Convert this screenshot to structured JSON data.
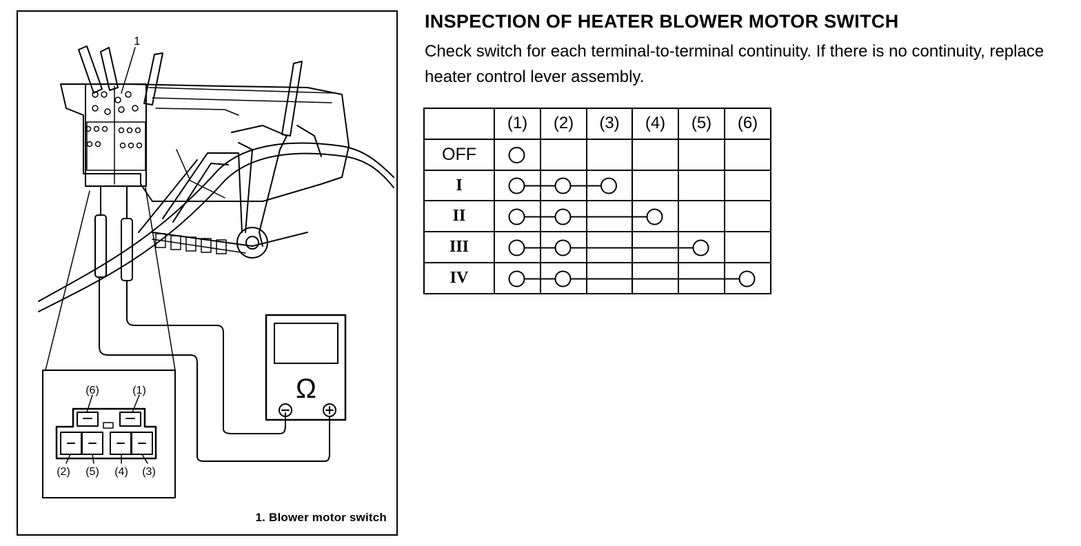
{
  "title": "INSPECTION OF HEATER BLOWER MOTOR SWITCH",
  "body": "Check switch for each terminal-to-terminal continuity. If there is no continuity, replace heater control lever assembly.",
  "figure": {
    "callout_number": "1",
    "caption": "1.  Blower motor switch",
    "meter_symbol": "Ω",
    "meter_neg": "−",
    "meter_pos": "+",
    "connector_top_labels": [
      "(6)",
      "(1)"
    ],
    "connector_bottom_labels": [
      "(2)",
      "(5)",
      "(4)",
      "(3)"
    ]
  },
  "table": {
    "headers": [
      "",
      "(1)",
      "(2)",
      "(3)",
      "(4)",
      "(5)",
      "(6)"
    ],
    "rows": [
      {
        "position": "OFF",
        "terminals": [
          1
        ]
      },
      {
        "position": "I",
        "terminals": [
          1,
          2,
          3
        ]
      },
      {
        "position": "II",
        "terminals": [
          1,
          2,
          4
        ]
      },
      {
        "position": "III",
        "terminals": [
          1,
          2,
          5
        ]
      },
      {
        "position": "IV",
        "terminals": [
          1,
          2,
          6
        ]
      }
    ]
  }
}
